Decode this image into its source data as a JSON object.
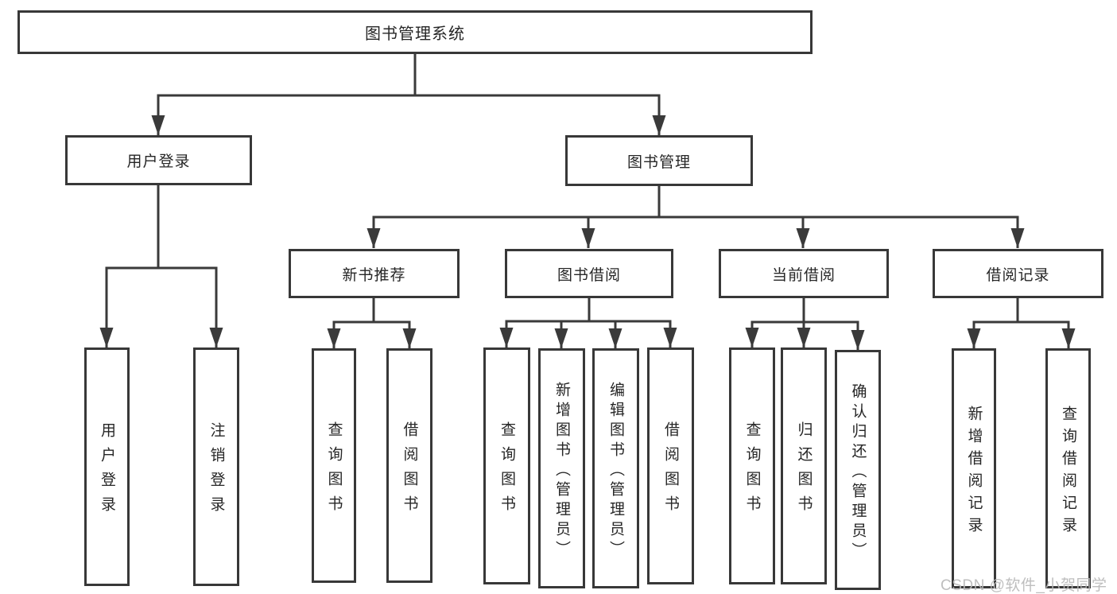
{
  "diagram": {
    "type": "tree",
    "root": {
      "label": "图书管理系统",
      "children": [
        {
          "label": "用户登录",
          "children": [
            {
              "label": "用户登录"
            },
            {
              "label": "注销登录"
            }
          ]
        },
        {
          "label": "图书管理",
          "children": [
            {
              "label": "新书推荐",
              "children": [
                {
                  "label": "查询图书"
                },
                {
                  "label": "借阅图书"
                }
              ]
            },
            {
              "label": "图书借阅",
              "children": [
                {
                  "label": "查询图书"
                },
                {
                  "label": "新增图书（管理员）"
                },
                {
                  "label": "编辑图书（管理员）"
                },
                {
                  "label": "借阅图书"
                }
              ]
            },
            {
              "label": "当前借阅",
              "children": [
                {
                  "label": "查询图书"
                },
                {
                  "label": "归还图书"
                },
                {
                  "label": "确认归还（管理员）"
                }
              ]
            },
            {
              "label": "借阅记录",
              "children": [
                {
                  "label": "新增借阅记录"
                },
                {
                  "label": "查询借阅记录"
                }
              ]
            }
          ]
        }
      ]
    }
  },
  "watermark": {
    "text": "CSDN @软件_小贺同学"
  },
  "colors": {
    "line": "#3a3a3a",
    "box_border": "#383838",
    "text": "#262626",
    "watermark": "#b9b9b9",
    "background": "#ffffff"
  }
}
